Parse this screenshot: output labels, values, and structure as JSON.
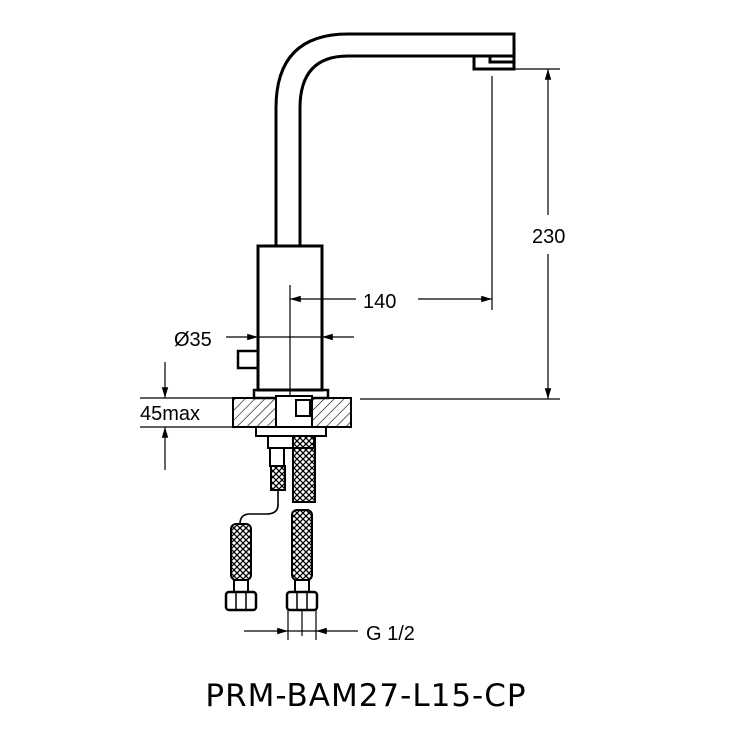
{
  "drawing": {
    "model_code": "PRM-BAM27-L15-CP",
    "dimensions": {
      "height": "230",
      "reach": "140",
      "body_diameter": "Ø35",
      "deck_thickness": "45max",
      "thread": "G 1/2"
    }
  },
  "colors": {
    "line": "#000000",
    "background": "#ffffff"
  }
}
